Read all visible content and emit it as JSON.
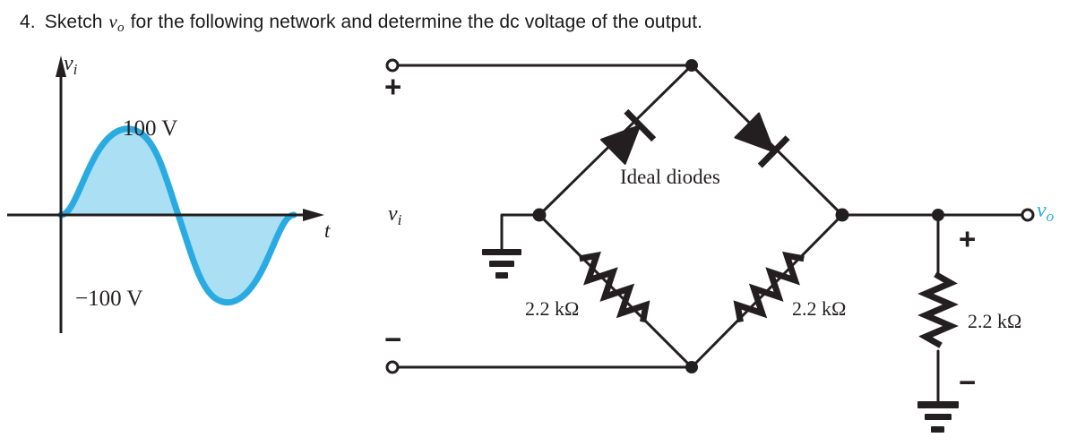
{
  "question": {
    "number": "4.",
    "text_before": "Sketch",
    "var_symbol": "v",
    "var_sub": "o",
    "text_after": "for the following network and determine the dc voltage of the output."
  },
  "graph": {
    "y_axis_label": "v",
    "y_axis_label_sub": "i",
    "x_axis_label": "t",
    "peak_label": "100 V",
    "trough_label": "−100 V",
    "wave_stroke_color": "#29abe2",
    "wave_fill_color": "#aadff4"
  },
  "circuit": {
    "input_label": "v",
    "input_label_sub": "i",
    "input_plus": "+",
    "input_minus": "−",
    "output_label": "v",
    "output_label_sub": "o",
    "output_plus": "+",
    "output_minus": "−",
    "output_label_color": "#29abe2",
    "diode_note": "Ideal diodes",
    "resistor_left": "2.2 kΩ",
    "resistor_right": "2.2 kΩ",
    "resistor_load": "2.2 kΩ",
    "wire_color": "#231f20"
  },
  "chart_data": {
    "type": "line",
    "title": "",
    "xlabel": "t",
    "ylabel": "v_i",
    "series": [
      {
        "name": "v_i",
        "description": "sinusoid, one full cycle",
        "amplitude": 100,
        "unit": "V",
        "peak": 100,
        "trough": -100
      }
    ],
    "ylim": [
      -100,
      100
    ],
    "grid": false,
    "legend": false,
    "annotations": [
      "100 V",
      "−100 V"
    ]
  }
}
